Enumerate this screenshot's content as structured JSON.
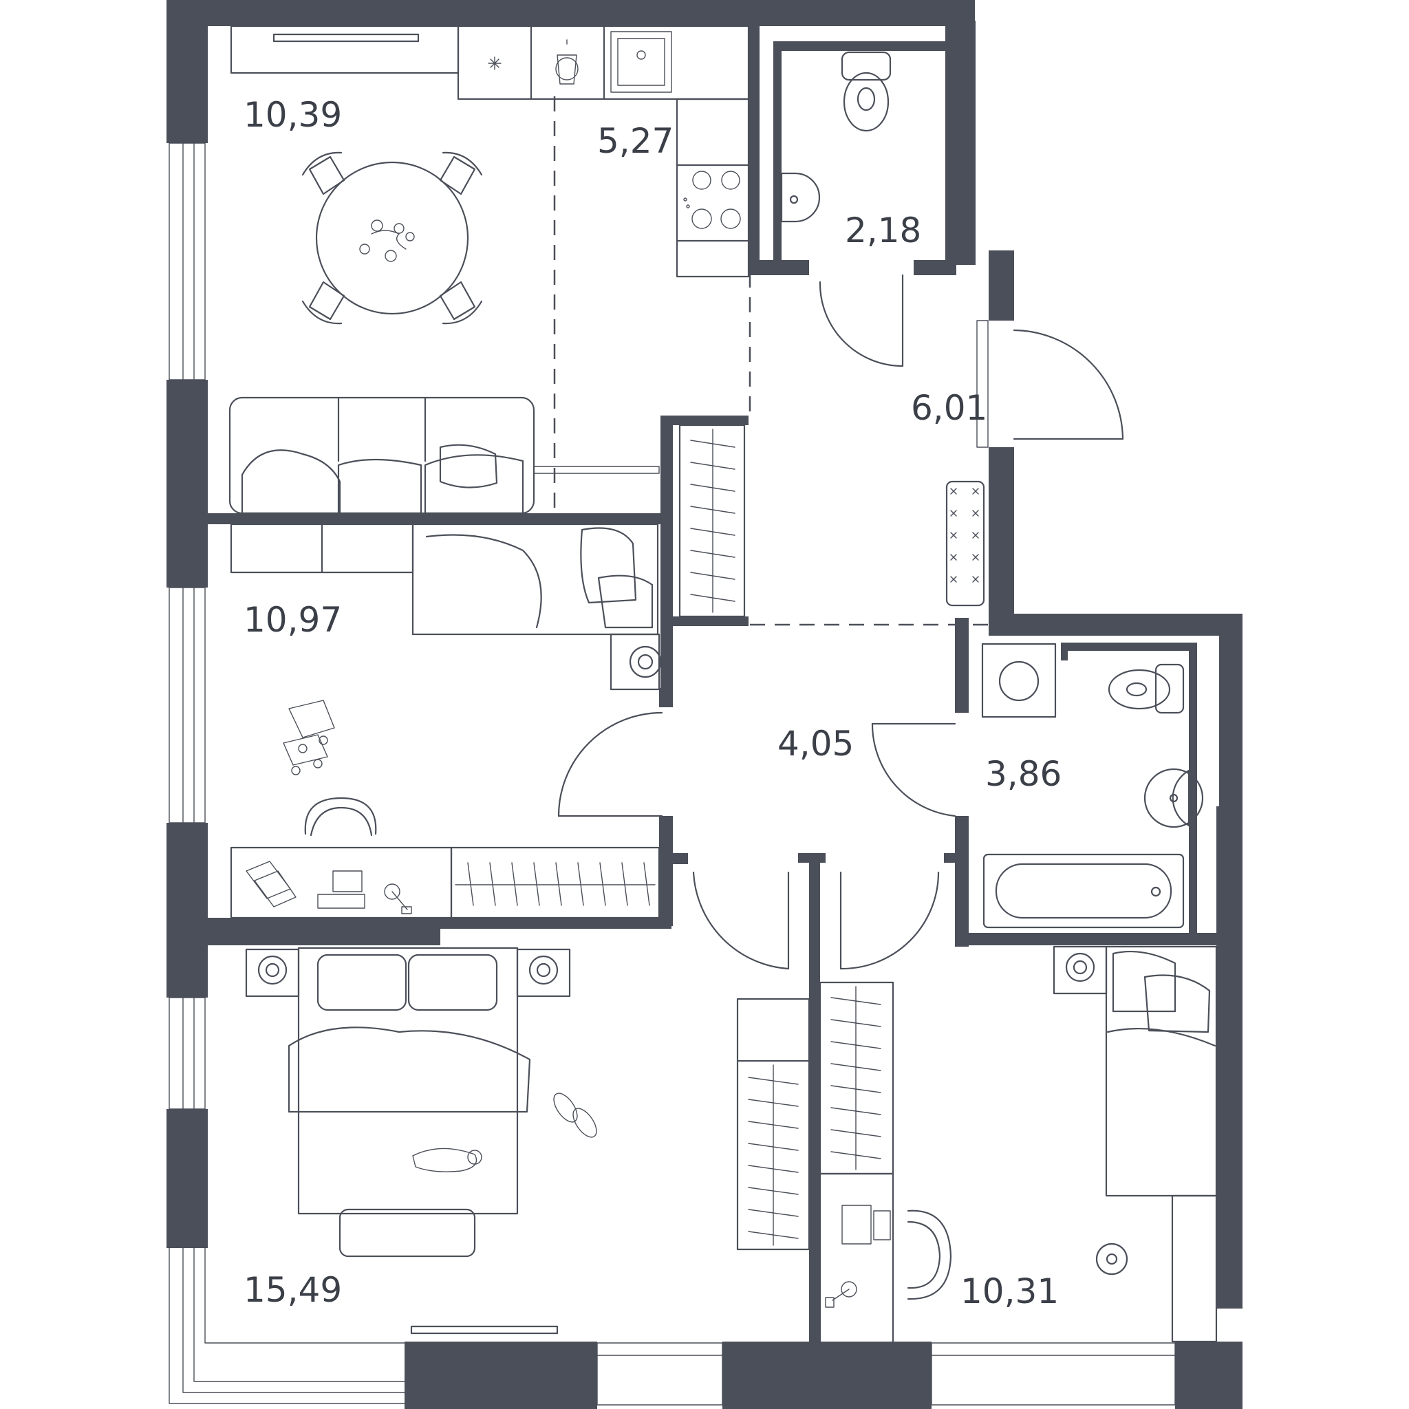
{
  "wall_color": "#4b4f59",
  "background_color": "#ffffff",
  "rooms": [
    {
      "id": "kitchen-dining",
      "area": "10,39"
    },
    {
      "id": "kitchen",
      "area": "5,27"
    },
    {
      "id": "wc",
      "area": "2,18"
    },
    {
      "id": "entrance-hall",
      "area": "6,01"
    },
    {
      "id": "bedroom-small",
      "area": "10,97"
    },
    {
      "id": "corridor",
      "area": "4,05"
    },
    {
      "id": "bathroom",
      "area": "3,86"
    },
    {
      "id": "master-bedroom",
      "area": "15,49"
    },
    {
      "id": "kids-room",
      "area": "10,31"
    }
  ],
  "icons": [
    "dining-table-icon",
    "sofa-icon",
    "kitchen-sink-icon",
    "stove-icon",
    "toilet-icon",
    "washbasin-icon",
    "bathtub-icon",
    "washing-machine-icon",
    "wardrobe-icon",
    "bed-icon",
    "desk-icon",
    "chair-icon",
    "laptop-icon",
    "lamp-icon",
    "roller-skates-icon",
    "slippers-icon",
    "cat-icon",
    "ball-icon",
    "shoe-rack-icon",
    "fan-icon",
    "tv-icon"
  ]
}
